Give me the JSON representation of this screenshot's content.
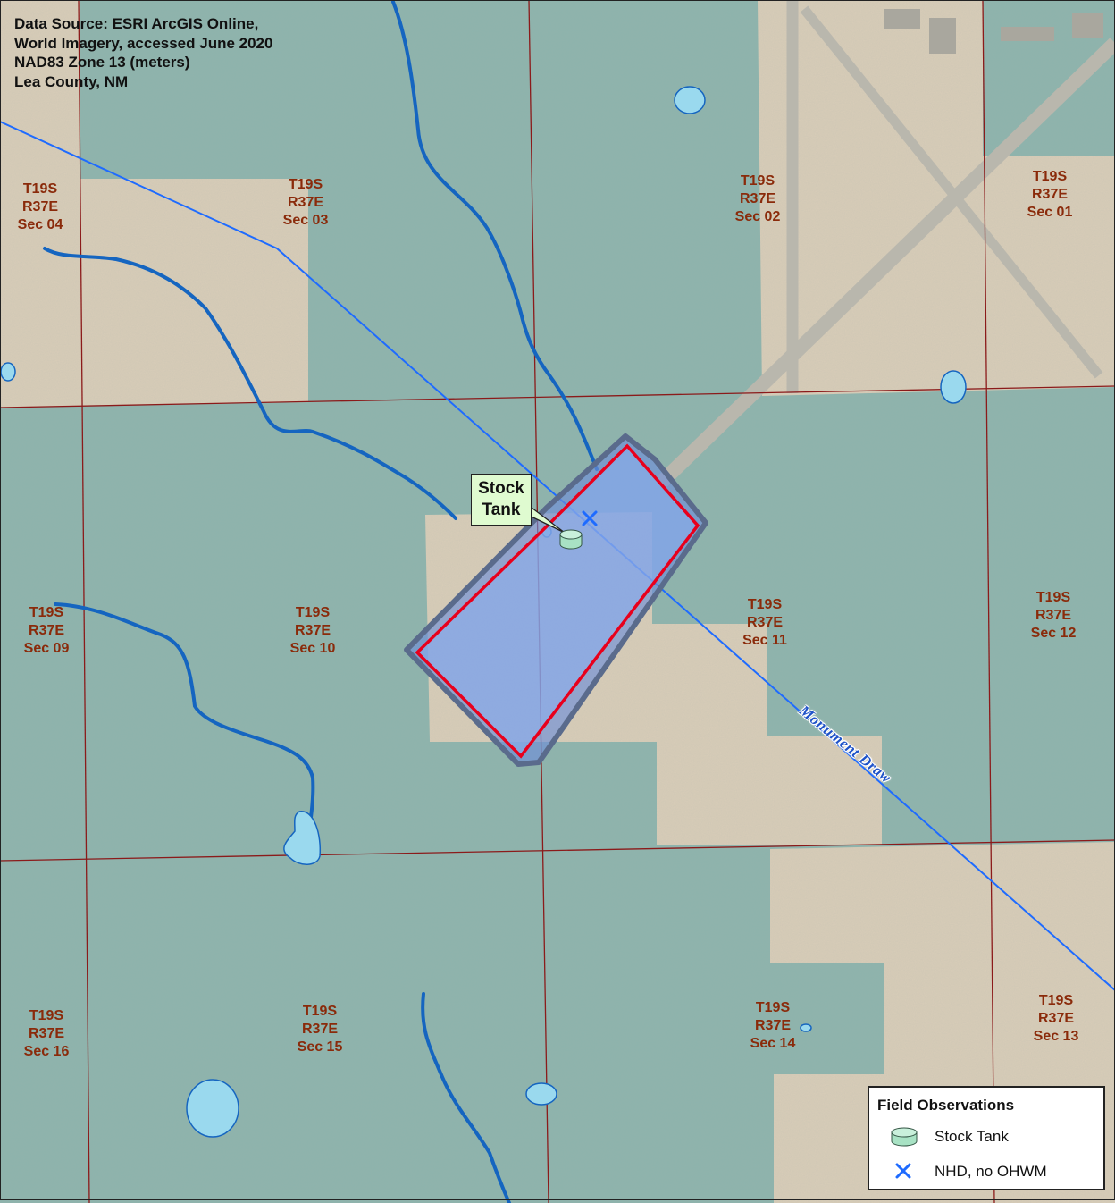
{
  "source_note": {
    "lines": [
      "Data Source: ESRI ArcGIS Online,",
      "World Imagery, accessed June 2020",
      "NAD83 Zone 13 (meters)",
      "Lea County, NM"
    ]
  },
  "sections": [
    {
      "township": "T19S",
      "range": "R37E",
      "section": "Sec 04"
    },
    {
      "township": "T19S",
      "range": "R37E",
      "section": "Sec 03"
    },
    {
      "township": "T19S",
      "range": "R37E",
      "section": "Sec 02"
    },
    {
      "township": "T19S",
      "range": "R37E",
      "section": "Sec 01"
    },
    {
      "township": "T19S",
      "range": "R37E",
      "section": "Sec 09"
    },
    {
      "township": "T19S",
      "range": "R37E",
      "section": "Sec 10"
    },
    {
      "township": "T19S",
      "range": "R37E",
      "section": "Sec 11"
    },
    {
      "township": "T19S",
      "range": "R37E",
      "section": "Sec 12"
    },
    {
      "township": "T19S",
      "range": "R37E",
      "section": "Sec 16"
    },
    {
      "township": "T19S",
      "range": "R37E",
      "section": "Sec 15"
    },
    {
      "township": "T19S",
      "range": "R37E",
      "section": "Sec 14"
    },
    {
      "township": "T19S",
      "range": "R37E",
      "section": "Sec 13"
    }
  ],
  "callout": {
    "line1": "Stock",
    "line2": "Tank"
  },
  "stream_label": "Monument Draw",
  "legend": {
    "title": "Field Observations",
    "items": [
      {
        "label": "Stock Tank",
        "icon": "stock-tank-icon"
      },
      {
        "label": "NHD, no OHWM",
        "icon": "x-mark-icon"
      }
    ]
  },
  "colors": {
    "grassland": "#8db4ad",
    "bare_land": "#d9cdb8",
    "section_line": "#8b1a1a",
    "stream": "#1565c0",
    "nhd_line": "#1e6bff",
    "water": "#9ad9ee",
    "project_area_fill": "#7fa6e8",
    "project_area_outline": "#e8001c",
    "callout_fill": "#dffbd0",
    "stock_tank": "#a8e2c4"
  }
}
